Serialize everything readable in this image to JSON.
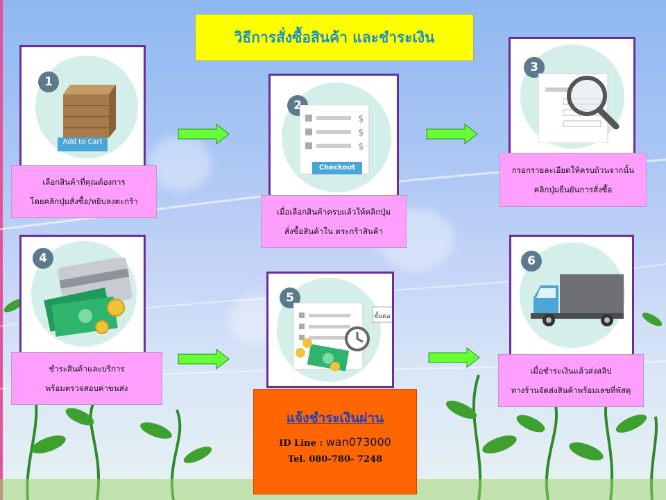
{
  "title": "วิธีการสั่งซื้อสินค้า และชำระเงิน",
  "steps": [
    {
      "number": "1",
      "illustration_text": "Add to Cart",
      "line1": "เลือกสินค้าที่คุณต้องการ",
      "line2": "โดยคลิกปุ่มสั่งซื้อ/หยิบลงตะกร้า",
      "icon": "crate-icon"
    },
    {
      "number": "2",
      "illustration_text": "Checkout",
      "line1": "เมื่อเลือกสินค้าครบแล้วให้คลิกปุ่ม",
      "line2": "สั่งซื้อสินค้าใน ตระกร้าสินค้า",
      "icon": "checkout-list-icon"
    },
    {
      "number": "3",
      "line1": "กรอกรายละเอียดให้ครบถ้วนจากนั้น",
      "line2": "คลิกปุ่มยืนยันการสั่งซื้อ",
      "icon": "magnifier-form-icon"
    },
    {
      "number": "4",
      "line1": "ชำระสินค้าและบริการ",
      "line2": "พร้อมตรวจสอบค่าขนส่ง",
      "icon": "money-card-icon"
    },
    {
      "number": "5",
      "illustration_text": "ขั้นตอ",
      "icon": "payment-clock-icon"
    },
    {
      "number": "6",
      "line1": "เมื่อชำระเงินแล้วส่งสลิป",
      "line2": "ทางร้านจัดส่งสินค้าพร้อมเลขที่พัสดุ",
      "icon": "truck-icon"
    }
  ],
  "payment": {
    "heading": "แจ้งชำระเงินผ่าน",
    "line_label": "ID Line :",
    "line_id": "wan073000",
    "tel": "Tel. 080-780- 7248"
  },
  "colors": {
    "title_bg": "#ffff00",
    "title_text": "#1a8fc2",
    "label_bg": "#fe9ffe",
    "card_border": "#6a2e96",
    "arrow": "#66ff33",
    "payment_bg": "#ff6600",
    "payment_heading": "#1f3fbf"
  }
}
